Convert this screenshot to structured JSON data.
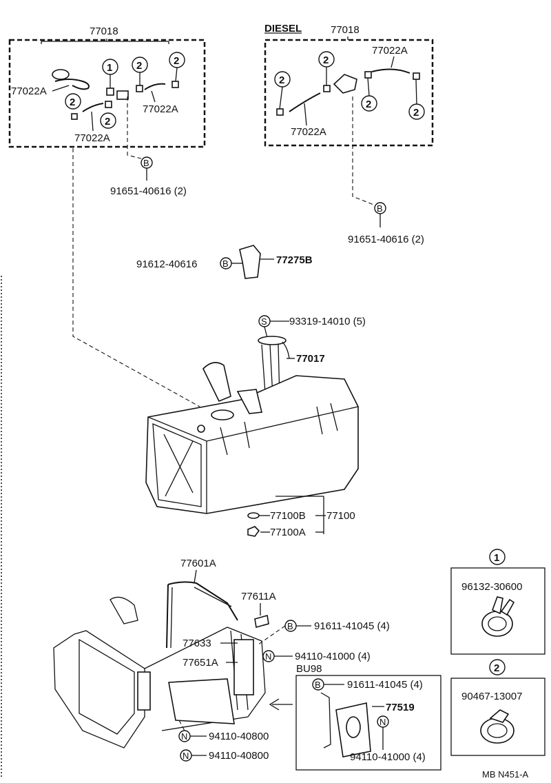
{
  "labels": {
    "vent_assy_left": "77018",
    "diesel": "DIESEL",
    "vent_assy_right": "77018",
    "hose_l1": "77022A",
    "hose_l2": "77022A",
    "hose_l3": "77022A",
    "hose_r1": "77022A",
    "hose_r2": "77022A",
    "bolt_left": "91651-40616 (2)",
    "bolt_right": "91651-40616 (2)",
    "bracket_bolt": "91612-40616",
    "bracket": "77275B",
    "screw": "93319-14010 (5)",
    "gauge": "77017",
    "tank_washer": "77100B",
    "tank": "77100",
    "tank_plug": "77100A",
    "band": "77601A",
    "band_pin": "77611A",
    "band_bolt": "91611-41045 (4)",
    "band_nut": "94110-41000 (4)",
    "cushion": "77633",
    "protector": "77651A",
    "nut_a": "94110-40800",
    "nut_b": "94110-40800",
    "bu98": "BU98",
    "bu98_bolt": "91611-41045 (4)",
    "bu98_bracket": "77519",
    "bu98_nut": "94110-41000 (4)",
    "clamp1_part": "96132-30600",
    "clamp2_part": "90467-13007",
    "drawing_code": "MB N451-A"
  },
  "markers": {
    "one": "1",
    "two": "2",
    "bolt": "B",
    "screw": "S",
    "nut": "N"
  }
}
